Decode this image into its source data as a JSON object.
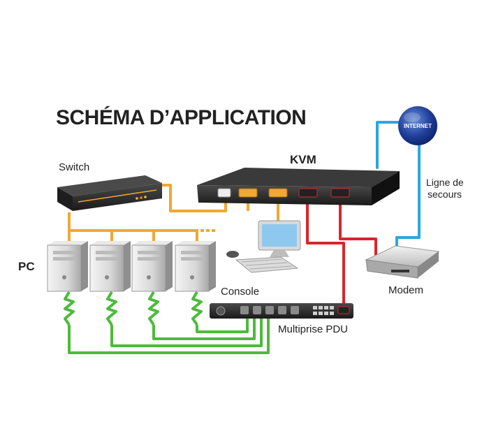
{
  "title": "SCHÉMA D’APPLICATION",
  "labels": {
    "kvm": "KVM",
    "switch": "Switch",
    "pc": "PC",
    "console": "Console",
    "pdu": "Multiprise PDU",
    "modem": "Modem",
    "internet": "INTERNET",
    "backup_line_1": "Ligne de",
    "backup_line_2": "secours"
  },
  "colors": {
    "ethernet": "#f0a830",
    "power": "#4cbb3a",
    "serial": "#d8262b",
    "internet": "#2aa7dd"
  }
}
